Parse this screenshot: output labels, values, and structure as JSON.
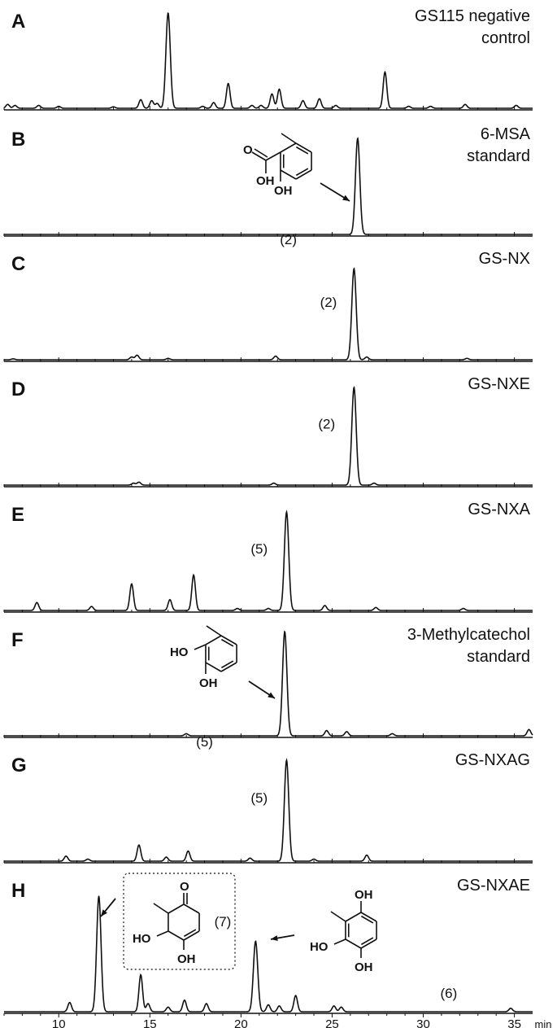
{
  "x_unit": "min",
  "chart_data": [
    {
      "type": "line",
      "letter": "A",
      "title_lines": [
        "GS115 negative",
        "control"
      ],
      "x": {
        "range": [
          7,
          36
        ],
        "ticks": [
          10,
          15,
          20,
          25,
          30,
          35
        ]
      },
      "baseline_peaks": [
        [
          7.2,
          0.04
        ],
        [
          7.6,
          0.03
        ],
        [
          8.9,
          0.03
        ],
        [
          10.0,
          0.02
        ],
        [
          13.0,
          0.015
        ],
        [
          14.5,
          0.09
        ],
        [
          15.1,
          0.08
        ],
        [
          15.4,
          0.05
        ],
        [
          16.0,
          1.0
        ],
        [
          17.9,
          0.02
        ],
        [
          18.5,
          0.06
        ],
        [
          19.3,
          0.26
        ],
        [
          20.6,
          0.03
        ],
        [
          21.1,
          0.03
        ],
        [
          21.7,
          0.15
        ],
        [
          22.1,
          0.2
        ],
        [
          23.4,
          0.08
        ],
        [
          24.3,
          0.1
        ],
        [
          25.2,
          0.03
        ],
        [
          27.9,
          0.38
        ],
        [
          29.2,
          0.02
        ],
        [
          30.4,
          0.02
        ],
        [
          32.3,
          0.04
        ],
        [
          35.1,
          0.03
        ]
      ],
      "labels": [],
      "structure": null
    },
    {
      "type": "line",
      "letter": "B",
      "title_lines": [
        "6-MSA",
        "standard"
      ],
      "x": {
        "range": [
          7,
          36
        ],
        "ticks": [
          10,
          15,
          20,
          25,
          30,
          35
        ]
      },
      "baseline_peaks": [
        [
          26.4,
          1.0
        ]
      ],
      "labels": [
        {
          "text": "(2)",
          "x": 22.6,
          "y": -0.1
        }
      ],
      "structure": {
        "name": "6-MSA",
        "atoms": [
          "O",
          "OH",
          "OH"
        ]
      }
    },
    {
      "type": "line",
      "letter": "C",
      "title_lines": [
        "GS-NX"
      ],
      "x": {
        "range": [
          7,
          36
        ],
        "ticks": [
          10,
          15,
          20,
          25,
          30,
          35
        ]
      },
      "baseline_peaks": [
        [
          7.5,
          0.01
        ],
        [
          14.0,
          0.03
        ],
        [
          14.3,
          0.05
        ],
        [
          16.0,
          0.015
        ],
        [
          21.9,
          0.04
        ],
        [
          26.2,
          1.0
        ],
        [
          26.9,
          0.03
        ],
        [
          32.4,
          0.015
        ]
      ],
      "labels": [
        {
          "text": "(2)",
          "x": 24.8,
          "y": 0.58
        }
      ],
      "structure": null
    },
    {
      "type": "line",
      "letter": "D",
      "title_lines": [
        "GS-NXE"
      ],
      "x": {
        "range": [
          7,
          36
        ],
        "ticks": [
          10,
          15,
          20,
          25,
          30,
          35
        ]
      },
      "baseline_peaks": [
        [
          14.1,
          0.02
        ],
        [
          14.4,
          0.03
        ],
        [
          21.8,
          0.02
        ],
        [
          26.2,
          1.0
        ],
        [
          27.3,
          0.02
        ]
      ],
      "labels": [
        {
          "text": "(2)",
          "x": 24.7,
          "y": 0.58
        }
      ],
      "structure": null
    },
    {
      "type": "line",
      "letter": "E",
      "title_lines": [
        "GS-NXA"
      ],
      "x": {
        "range": [
          7,
          36
        ],
        "ticks": [
          10,
          15,
          20,
          25,
          30,
          35
        ]
      },
      "baseline_peaks": [
        [
          8.8,
          0.08
        ],
        [
          11.8,
          0.04
        ],
        [
          14.0,
          0.27
        ],
        [
          16.1,
          0.11
        ],
        [
          17.4,
          0.36
        ],
        [
          19.8,
          0.02
        ],
        [
          21.5,
          0.02
        ],
        [
          22.5,
          1.0
        ],
        [
          24.6,
          0.05
        ],
        [
          27.4,
          0.03
        ],
        [
          32.2,
          0.02
        ]
      ],
      "labels": [
        {
          "text": "(5)",
          "x": 21.0,
          "y": 0.58
        }
      ],
      "structure": null
    },
    {
      "type": "line",
      "letter": "F",
      "title_lines": [
        "3-Methylcatechol",
        "standard"
      ],
      "x": {
        "range": [
          7,
          36
        ],
        "ticks": [
          10,
          15,
          20,
          25,
          30,
          35
        ]
      },
      "baseline_peaks": [
        [
          17.0,
          0.02
        ],
        [
          22.4,
          1.0
        ],
        [
          24.7,
          0.05
        ],
        [
          25.8,
          0.04
        ],
        [
          28.3,
          0.02
        ],
        [
          35.8,
          0.06
        ]
      ],
      "labels": [
        {
          "text": "(5)",
          "x": 18.0,
          "y": -0.1
        }
      ],
      "structure": {
        "name": "3-Methylcatechol",
        "atoms": [
          "HO",
          "OH"
        ]
      }
    },
    {
      "type": "line",
      "letter": "G",
      "title_lines": [
        "GS-NXAG"
      ],
      "x": {
        "range": [
          7,
          36
        ],
        "ticks": [
          10,
          15,
          20,
          25,
          30,
          35
        ]
      },
      "baseline_peaks": [
        [
          10.4,
          0.05
        ],
        [
          11.6,
          0.02
        ],
        [
          14.4,
          0.16
        ],
        [
          15.9,
          0.04
        ],
        [
          17.1,
          0.1
        ],
        [
          20.5,
          0.03
        ],
        [
          22.5,
          1.0
        ],
        [
          24.0,
          0.02
        ],
        [
          26.9,
          0.06
        ]
      ],
      "labels": [
        {
          "text": "(5)",
          "x": 21.0,
          "y": 0.58
        }
      ],
      "structure": null
    },
    {
      "type": "line",
      "letter": "H",
      "title_lines": [
        "GS-NXAE"
      ],
      "x": {
        "range": [
          7,
          36
        ],
        "ticks": [
          10,
          15,
          20,
          25,
          30,
          35
        ]
      },
      "baseline_peaks": [
        [
          10.6,
          0.08
        ],
        [
          12.2,
          1.0
        ],
        [
          14.5,
          0.32
        ],
        [
          14.9,
          0.07
        ],
        [
          16.0,
          0.04
        ],
        [
          16.9,
          0.1
        ],
        [
          18.1,
          0.07
        ],
        [
          20.8,
          0.61
        ],
        [
          21.5,
          0.06
        ],
        [
          22.1,
          0.05
        ],
        [
          23.0,
          0.14
        ],
        [
          25.1,
          0.05
        ],
        [
          25.5,
          0.04
        ],
        [
          34.8,
          0.03
        ]
      ],
      "labels": [
        {
          "text": "(7)",
          "x": 19.0,
          "y": 0.74
        },
        {
          "text": "(6)",
          "x": 31.4,
          "y": 0.12
        }
      ],
      "structure": {
        "name": "boxed-and-free",
        "atoms_7": [
          "O",
          "HO",
          "OH"
        ],
        "atoms_6": [
          "OH",
          "HO",
          "OH"
        ]
      }
    }
  ]
}
